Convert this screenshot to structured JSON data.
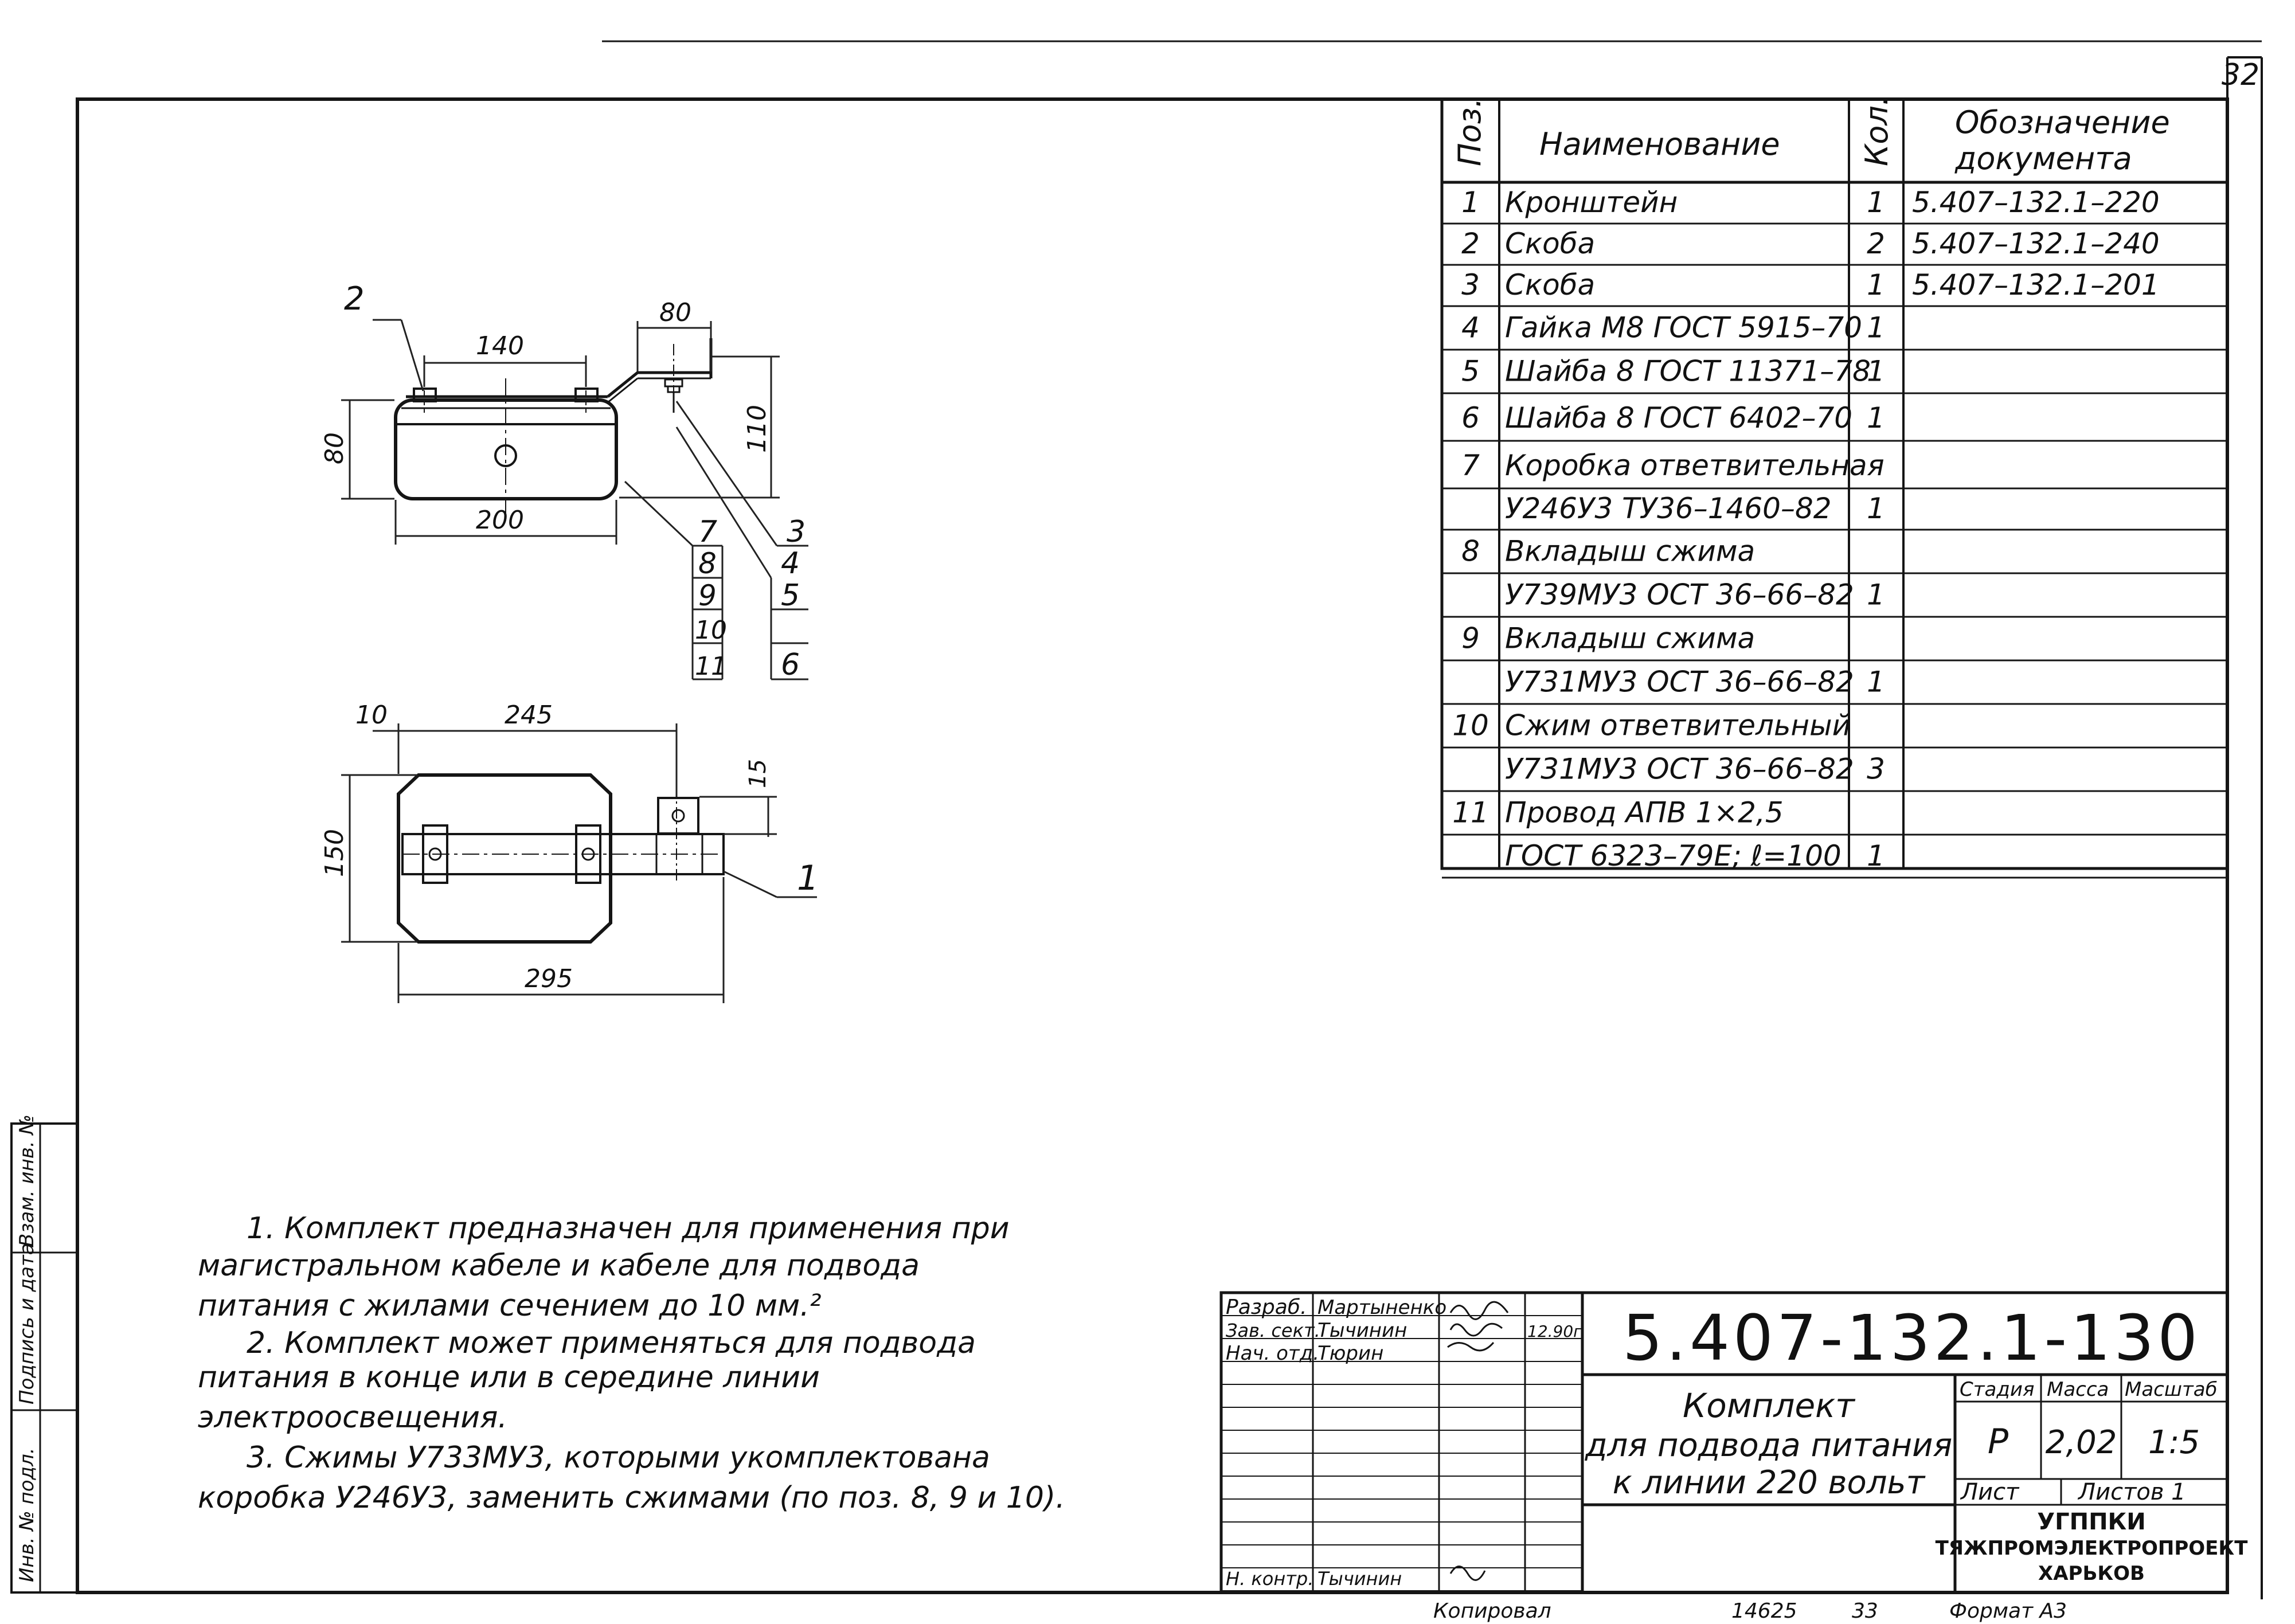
{
  "sheet_number": "32",
  "spec_table": {
    "headers": {
      "pos": "Поз.",
      "name": "Наименование",
      "qty": "Кол.",
      "doc_line1": "Обозначение",
      "doc_line2": "документа"
    },
    "rows": [
      {
        "pos": "1",
        "name": "Кронштейн",
        "qty": "1",
        "doc": "5.407–132.1–220"
      },
      {
        "pos": "2",
        "name": "Скоба",
        "qty": "2",
        "doc": "5.407–132.1–240"
      },
      {
        "pos": "3",
        "name": "Скоба",
        "qty": "1",
        "doc": "5.407–132.1–201"
      },
      {
        "pos": "4",
        "name": "Гайка М8 ГОСТ 5915–70",
        "qty": "1",
        "doc": ""
      },
      {
        "pos": "5",
        "name": "Шайба 8 ГОСТ 11371–78",
        "qty": "1",
        "doc": ""
      },
      {
        "pos": "6",
        "name": "Шайба 8 ГОСТ 6402–70",
        "qty": "1",
        "doc": ""
      },
      {
        "pos": "7",
        "name": "Коробка ответвительная",
        "qty": "",
        "doc": ""
      },
      {
        "pos": "",
        "name": "У246У3 ТУ36–1460–82",
        "qty": "1",
        "doc": ""
      },
      {
        "pos": "8",
        "name": "Вкладыш сжима",
        "qty": "",
        "doc": ""
      },
      {
        "pos": "",
        "name": "У739МУ3 ОСТ 36–66–82",
        "qty": "1",
        "doc": ""
      },
      {
        "pos": "9",
        "name": "Вкладыш сжима",
        "qty": "",
        "doc": ""
      },
      {
        "pos": "",
        "name": "У731МУ3 ОСТ 36–66–82",
        "qty": "1",
        "doc": ""
      },
      {
        "pos": "10",
        "name": "Сжим ответвительный",
        "qty": "",
        "doc": ""
      },
      {
        "pos": "",
        "name": "У731МУ3 ОСТ 36–66–82",
        "qty": "3",
        "doc": ""
      },
      {
        "pos": "11",
        "name": "Провод АПВ 1×2,5",
        "qty": "",
        "doc": ""
      },
      {
        "pos": "",
        "name": "ГОСТ 6323–79Е; ℓ=100",
        "qty": "1",
        "doc": ""
      }
    ]
  },
  "drawing": {
    "front_view": {
      "dims": {
        "d140": "140",
        "d80w": "80",
        "d80h": "80",
        "d110": "110",
        "d200": "200"
      },
      "callouts": {
        "c2": "2",
        "c3": "3",
        "c4": "4",
        "c5": "5",
        "c6": "6",
        "c7": "7",
        "c8": "8",
        "c9": "9",
        "c10": "10",
        "c11": "11"
      }
    },
    "top_view": {
      "dims": {
        "d10": "10",
        "d245": "245",
        "d15": "15",
        "d150": "150",
        "d295": "295"
      },
      "callouts": {
        "c1": "1"
      }
    }
  },
  "notes": [
    "1. Комплект предназначен для применения при",
    "магистральном кабеле и кабеле для подвода",
    "питания с жилами сечением до 10 мм.²",
    "2. Комплект может применяться для подвода",
    "питания в конце или в середине линии",
    "электроосвещения.",
    "3. Сжимы У733МУ3, которыми укомплектована",
    "коробка У246У3, заменить сжимами (по поз. 8, 9 и 10)."
  ],
  "title_block": {
    "roles": [
      {
        "role": "Разраб.",
        "name": "Мартыненко"
      },
      {
        "role": "Зав. сект.",
        "name": "Тычинин"
      },
      {
        "role": "Нач. отд.",
        "name": "Тюрин"
      }
    ],
    "date": "12.90г",
    "bottom_role": "Н. контр.",
    "bottom_name": "Тычинин",
    "doc_code": "5.407-132.1-130",
    "title_line1": "Комплект",
    "title_line2": "для подвода питания",
    "title_line3": "к линии 220 вольт",
    "stage_label": "Стадия",
    "mass_label": "Масса",
    "scale_label": "Масштаб",
    "stage": "Р",
    "mass": "2,02",
    "scale": "1:5",
    "sheet_label": "Лист",
    "sheets_label": "Листов 1",
    "org_line1": "УГППКИ",
    "org_line2": "ТЯЖПРОМЭЛЕКТРОПРОЕКТ",
    "org_line3": "ХАРЬКОВ"
  },
  "side_stamp": {
    "field1": "Взам. инв. №",
    "field2": "Подпись и дата",
    "field3": "Инв. № подл."
  },
  "footer": {
    "copied": "Копировал",
    "number": "14625",
    "page": "33",
    "format": "Формат А3"
  }
}
